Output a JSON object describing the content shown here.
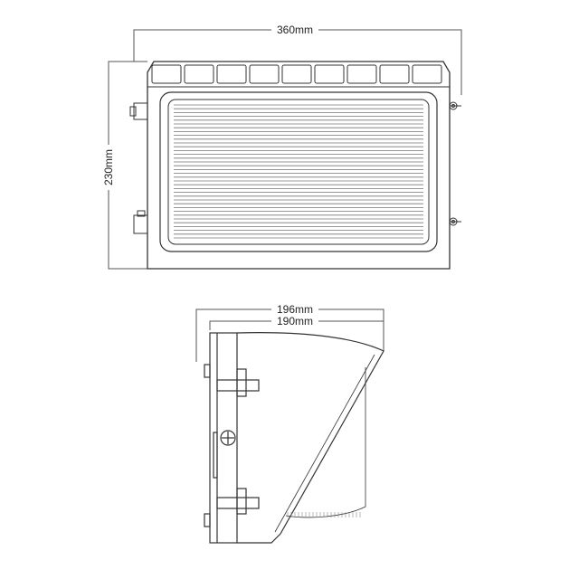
{
  "front_view": {
    "width_label": "360mm",
    "height_label": "230mm"
  },
  "side_view": {
    "overall_depth_label": "196mm",
    "housing_depth_label": "190mm"
  },
  "line_color": "#333333"
}
